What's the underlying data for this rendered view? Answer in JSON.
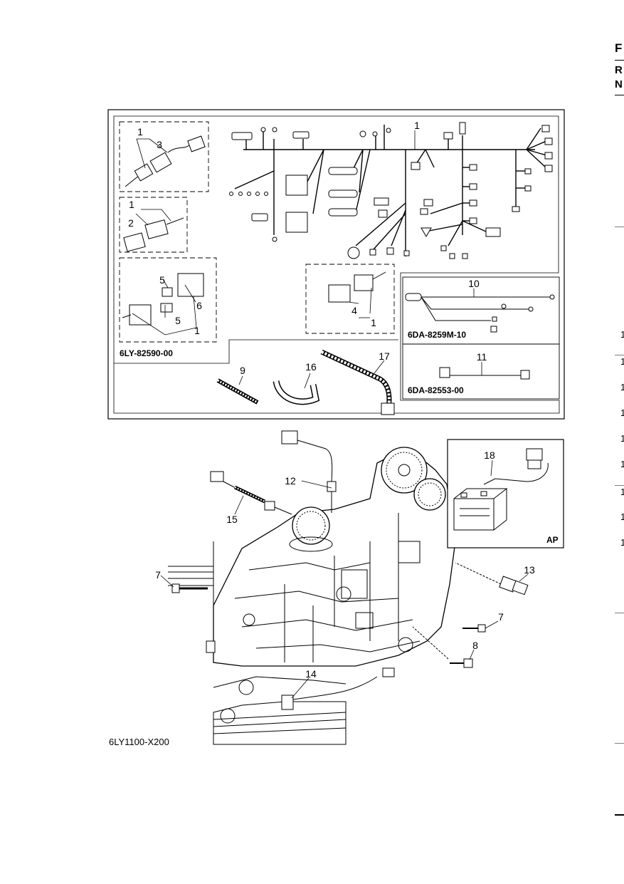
{
  "upper_panel": {
    "group_code_main": "6LY-82590-00",
    "group_code_a": "6DA-8259M-10",
    "group_code_b": "6DA-82553-00"
  },
  "callouts": {
    "c1_harness": "1",
    "c1_inset_a": "1",
    "c3": "3",
    "c1_inset_b": "1",
    "c2": "2",
    "c5_top": "5",
    "c6": "6",
    "c5_bottom": "5",
    "c1_inset_c": "1",
    "c4": "4",
    "c1_inset_d": "1",
    "c10": "10",
    "c11": "11",
    "c9": "9",
    "c16": "16",
    "c17": "17",
    "c12": "12",
    "c15": "15",
    "c18": "18",
    "c7_left": "7",
    "c13": "13",
    "c7_right": "7",
    "c8": "8",
    "c14": "14"
  },
  "ap_inset": {
    "label": "AP"
  },
  "figure_code": "6LY1100-X200",
  "right_edge": {
    "f": "F",
    "r": "R",
    "n": "N",
    "ones": [
      "1",
      "1",
      "1",
      "1",
      "1",
      "1",
      "1",
      "1",
      "1"
    ]
  }
}
